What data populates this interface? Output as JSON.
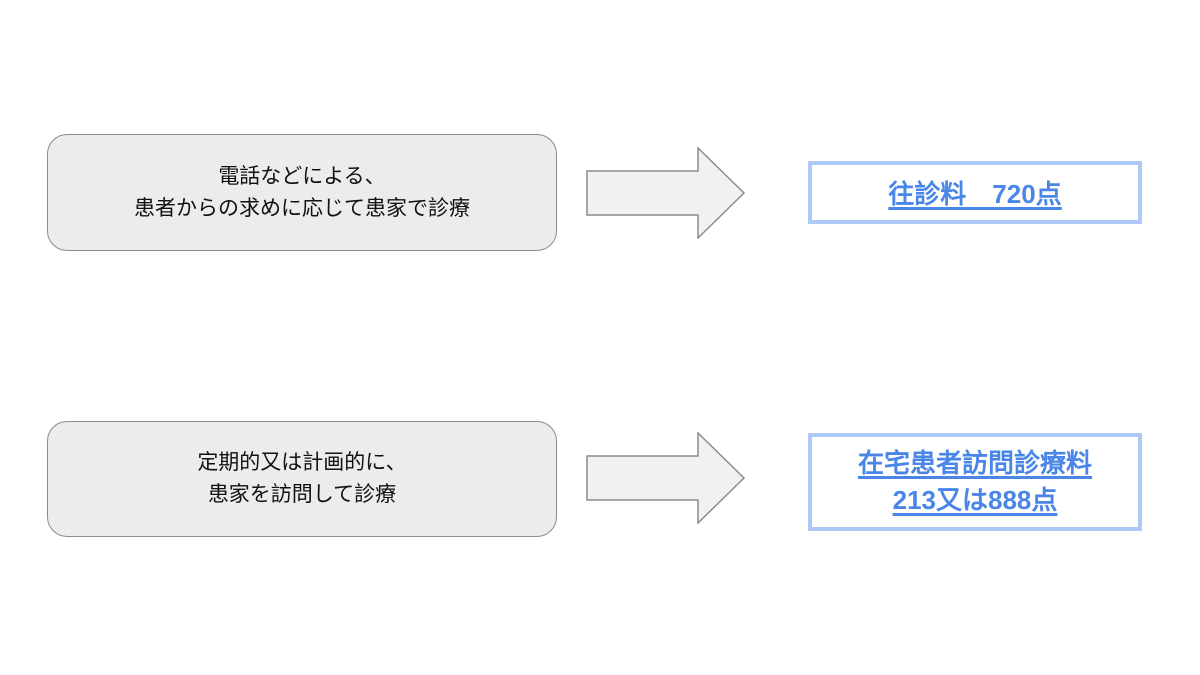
{
  "page": {
    "background": "#ffffff"
  },
  "colors": {
    "source_box_fill": "#ececec",
    "source_box_border": "#8c8c8c",
    "source_text": "#111111",
    "arrow_fill": "#f1f1f1",
    "arrow_border": "#8c8c8c",
    "result_box_border": "#aec9f5",
    "result_box_fill": "#ffffff",
    "result_text": "#4a86e8"
  },
  "icons": {
    "arrow": "right-block-arrow-icon"
  },
  "rows": [
    {
      "source_lines": [
        "電話などによる、",
        "患者からの求めに応じて患家で診療"
      ],
      "result_lines": [
        "往診料　720点"
      ]
    },
    {
      "source_lines": [
        "定期的又は計画的に、",
        "患家を訪問して診療"
      ],
      "result_lines": [
        "在宅患者訪問診療料",
        "213又は888点"
      ]
    }
  ]
}
